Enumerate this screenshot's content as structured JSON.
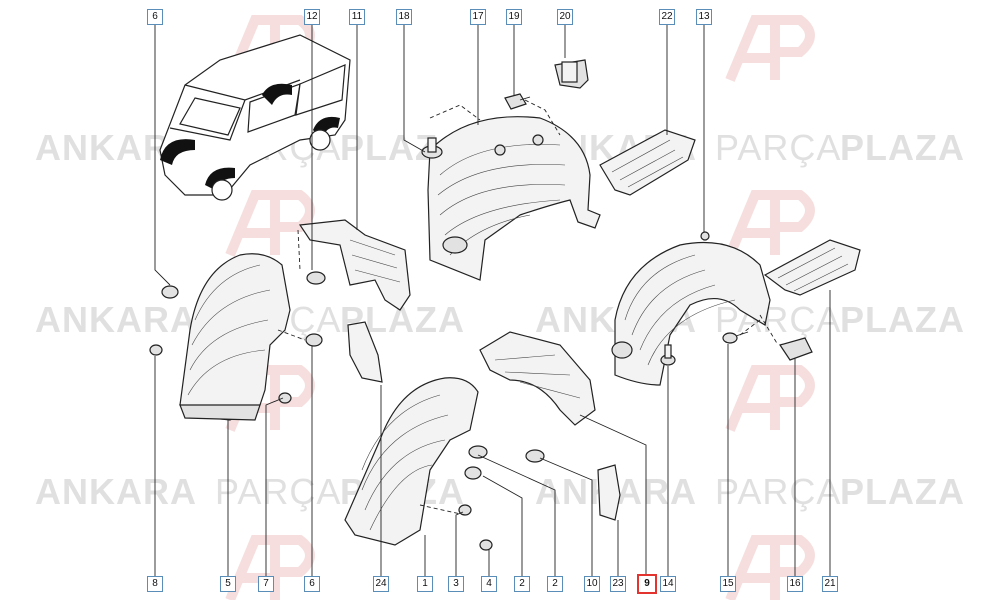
{
  "watermark": {
    "text_bold_1": "ANKARA",
    "text_light": "PARÇA",
    "text_bold_2": "PLAZA",
    "logo": "AP"
  },
  "callouts": [
    {
      "id": "c6a",
      "label": "6"
    },
    {
      "id": "c12",
      "label": "12"
    },
    {
      "id": "c11",
      "label": "11"
    },
    {
      "id": "c18",
      "label": "18"
    },
    {
      "id": "c17",
      "label": "17"
    },
    {
      "id": "c19",
      "label": "19"
    },
    {
      "id": "c20",
      "label": "20"
    },
    {
      "id": "c22",
      "label": "22"
    },
    {
      "id": "c13",
      "label": "13"
    },
    {
      "id": "c8",
      "label": "8"
    },
    {
      "id": "c5",
      "label": "5"
    },
    {
      "id": "c7",
      "label": "7"
    },
    {
      "id": "c6b",
      "label": "6"
    },
    {
      "id": "c24",
      "label": "24"
    },
    {
      "id": "c1",
      "label": "1"
    },
    {
      "id": "c3",
      "label": "3"
    },
    {
      "id": "c4",
      "label": "4"
    },
    {
      "id": "c2a",
      "label": "2"
    },
    {
      "id": "c2b",
      "label": "2"
    },
    {
      "id": "c10",
      "label": "10"
    },
    {
      "id": "c23",
      "label": "23"
    },
    {
      "id": "c9",
      "label": "9"
    },
    {
      "id": "c14",
      "label": "14"
    },
    {
      "id": "c15",
      "label": "15"
    },
    {
      "id": "c16",
      "label": "16"
    },
    {
      "id": "c21",
      "label": "21"
    }
  ],
  "highlight_color": "#e3342f",
  "callout_border_color": "#5a8db8"
}
